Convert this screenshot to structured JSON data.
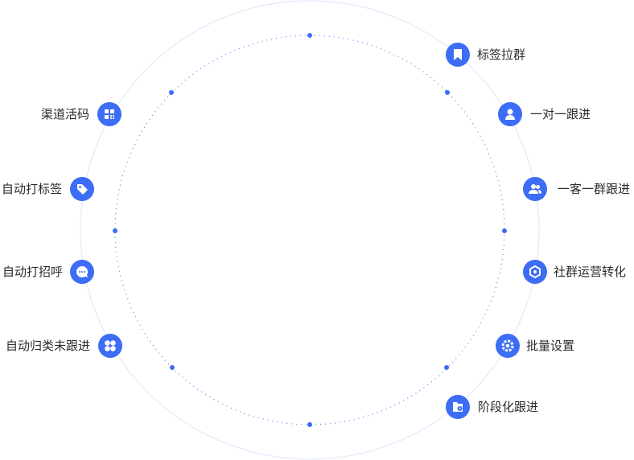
{
  "accent_color": "#3d6df5",
  "features_right": [
    {
      "label": "标签拉群",
      "icon": "bookmark-icon"
    },
    {
      "label": "一对一跟进",
      "icon": "user-icon"
    },
    {
      "label": "一客一群跟进",
      "icon": "users-icon"
    },
    {
      "label": "社群运营转化",
      "icon": "cycle-icon"
    },
    {
      "label": "批量设置",
      "icon": "gear-icon"
    },
    {
      "label": "阶段化跟进",
      "icon": "folder-clock-icon"
    }
  ],
  "features_left": [
    {
      "label": "渠道活码",
      "icon": "qrcode-icon"
    },
    {
      "label": "自动打标签",
      "icon": "tag-icon"
    },
    {
      "label": "自动打招呼",
      "icon": "chat-icon"
    },
    {
      "label": "自动归类未跟进",
      "icon": "grid-icon"
    }
  ]
}
